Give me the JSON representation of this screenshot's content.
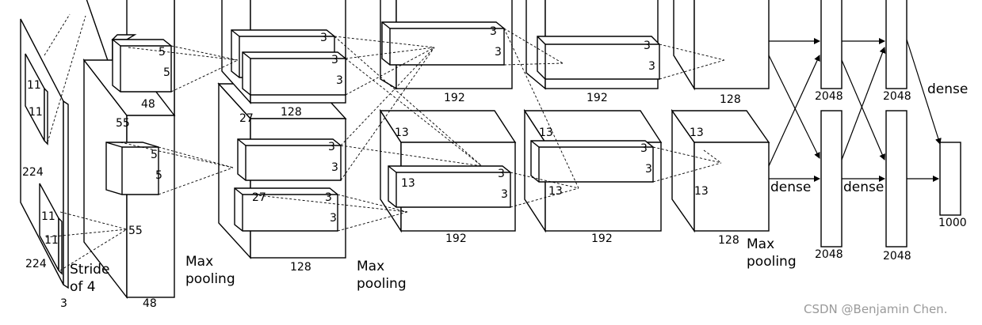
{
  "input": {
    "size_a": "224",
    "size_b": "224",
    "depth": "3",
    "kernel_a": "11",
    "kernel_b": "11",
    "kernel_c": "11",
    "kernel_d": "11",
    "stride": "Stride",
    "stride2": "of 4"
  },
  "conv1": {
    "spatial": "55",
    "spatial_b": "55",
    "depth": "48",
    "k_top_a": "5",
    "k_top_b": "5",
    "k_bot_a": "5",
    "k_bot_b": "5",
    "depth_top": "48"
  },
  "conv2": {
    "spatial": "27",
    "spatial_b": "27",
    "depth": "128",
    "depth_top": "128",
    "k1": "3",
    "k2": "3",
    "k3": "3",
    "k4": "3",
    "k5": "3",
    "k6": "3"
  },
  "conv3": {
    "spatial_a": "13",
    "spatial_b": "13",
    "depth": "192",
    "depth_top": "192",
    "k1": "3",
    "k2": "3",
    "k3": "3",
    "k4": "3"
  },
  "conv4": {
    "spatial_a": "13",
    "spatial_b": "13",
    "depth": "192",
    "depth_top": "192",
    "k1": "3",
    "k2": "3",
    "k3": "3",
    "k4": "3"
  },
  "conv5": {
    "spatial_a": "13",
    "spatial_b": "13",
    "depth": "128",
    "depth_top": "128"
  },
  "pool_labels": {
    "pool1_a": "Max",
    "pool1_b": "pooling",
    "pool2_a": "Max",
    "pool2_b": "pooling",
    "pool3_a": "Max",
    "pool3_b": "pooling"
  },
  "fc": {
    "fc1_top": "2048",
    "fc1_bot": "2048",
    "fc2_top": "2048",
    "fc2_bot": "2048",
    "out": "1000",
    "dense1": "dense",
    "dense2": "dense",
    "dense3": "dense"
  },
  "watermark": "CSDN @Benjamin Chen."
}
